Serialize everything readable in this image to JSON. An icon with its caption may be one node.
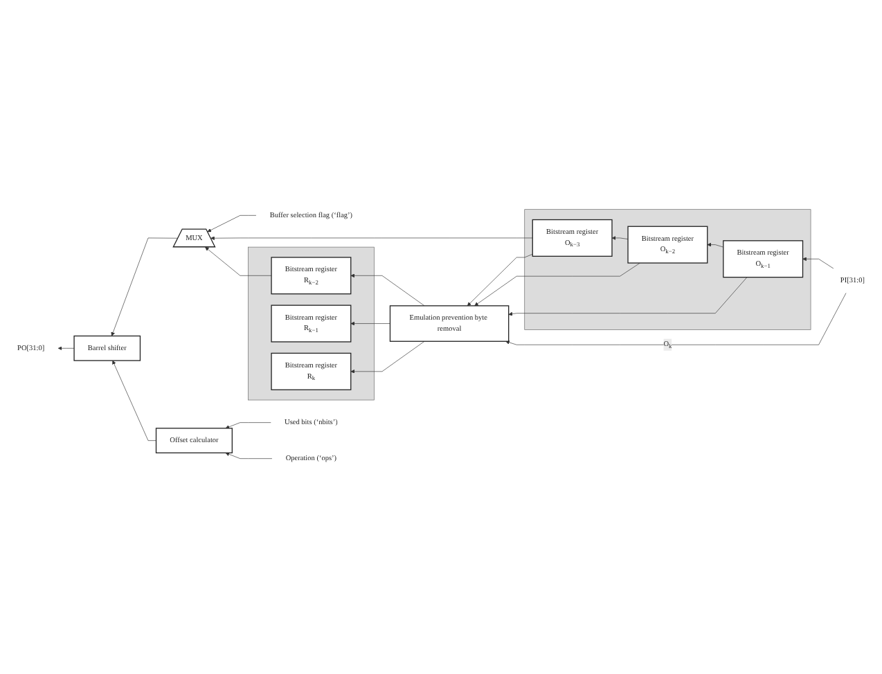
{
  "diagram": {
    "nodes": [
      {
        "text": [
          "Buffer selection flag (‘flag’)"
        ]
      },
      {
        "text": [],
        "shape": "box"
      },
      {
        "text": [
          "Bitstream register",
          "O$_{k−3}$"
        ],
        "in": 1
      },
      {
        "text": [
          "Bitstream register",
          "O$_{k−2}$"
        ],
        "in": 1
      },
      {
        "text": [
          "Bitstream register",
          "O$_{k−1}$"
        ],
        "in": 1
      },
      {
        "text": [
          "PI[31:0]"
        ]
      },
      {
        "text": [
          "MUX"
        ]
      },
      {
        "text": [
          "Barrel shifter"
        ]
      },
      {
        "text": [
          "PO[31:0]"
        ]
      },
      {
        "text": [
          "Emulation prevention byte removal"
        ]
      },
      {
        "text": [],
        "shape": "box"
      },
      {
        "text": [
          "Bitstream register",
          "R$_{k−2}$"
        ],
        "in": 10
      },
      {
        "text": [
          "Bitstream register",
          "R$_{k−1}$"
        ],
        "in": 10
      },
      {
        "text": [
          "Bitstream register",
          "R$_{k}$"
        ],
        "in": 10
      },
      {
        "text": [
          "Offset calculator"
        ]
      },
      {
        "text": [
          "Used bits (‘nbits’)"
        ]
      },
      {
        "text": [
          "Operation (‘ops’)"
        ]
      }
    ],
    "edges": [
      {
        "from": 0,
        "to": 6,
        "arrow": "to"
      },
      {
        "from": 5,
        "to": 4,
        "arrow": "to"
      },
      {
        "from": 4,
        "to": 3,
        "arrow": "to"
      },
      {
        "from": 3,
        "to": 2,
        "arrow": "to"
      },
      {
        "from": 2,
        "to": 9,
        "arrow": "to"
      },
      {
        "from": 3,
        "to": 9,
        "arrow": "to"
      },
      {
        "from": 4,
        "to": 9,
        "arrow": "to"
      },
      {
        "from": 5,
        "to": 9,
        "arrow": "to",
        "label": "O$_{k}$"
      },
      {
        "from": 2,
        "to": 6,
        "arrow": "to"
      },
      {
        "from": 9,
        "to": 11,
        "arrow": "to"
      },
      {
        "from": 9,
        "to": 12,
        "arrow": "to"
      },
      {
        "from": 9,
        "to": 13,
        "arrow": "to"
      },
      {
        "from": 11,
        "to": 6,
        "arrow": "to"
      },
      {
        "from": 6,
        "to": 7,
        "arrow": "to"
      },
      {
        "from": 7,
        "to": 8,
        "arrow": "to"
      },
      {
        "from": 14,
        "to": 7,
        "arrow": "to"
      },
      {
        "from": 15,
        "to": 14,
        "arrow": "to"
      },
      {
        "from": 16,
        "to": 14,
        "arrow": "to"
      }
    ]
  }
}
